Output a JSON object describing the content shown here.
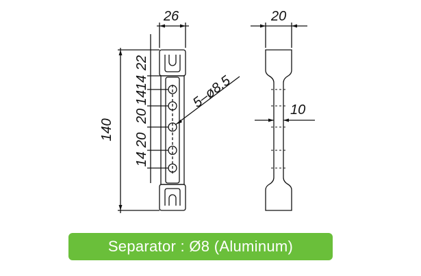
{
  "front_view": {
    "width_dim": "26",
    "length_dim": "140",
    "end_dim_top": "22",
    "pitch_dims": [
      "14",
      "14",
      "20",
      "20",
      "14"
    ],
    "hole_callout": "5–ø8.5"
  },
  "side_view": {
    "width_dim": "20",
    "thickness_dim": "10"
  },
  "caption": {
    "label": "Separator : Ø8 (Aluminum)",
    "color": "#6abf3a"
  }
}
